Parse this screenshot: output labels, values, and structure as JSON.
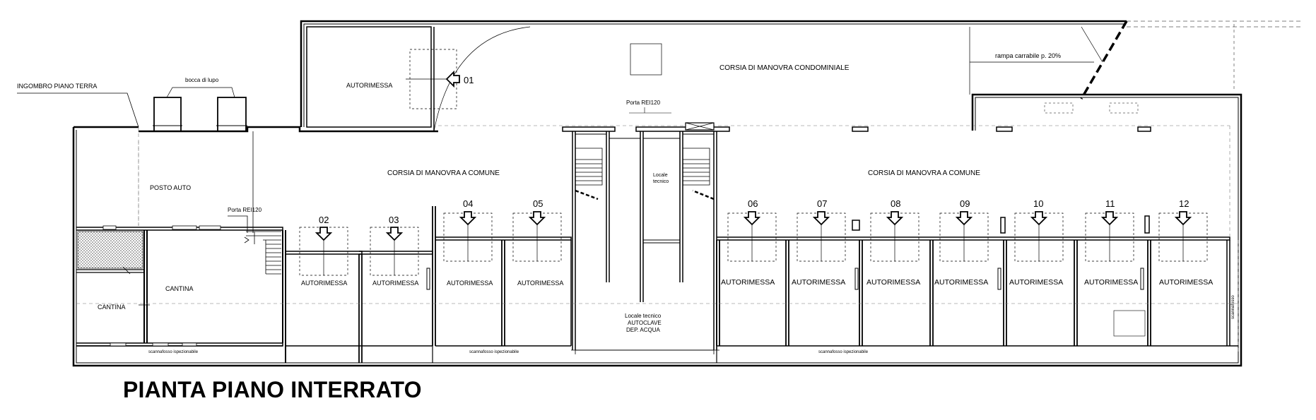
{
  "drawing": {
    "title": "PIANTA PIANO INTERRATO",
    "labels": {
      "ingombro": "INGOMBRO PIANO TERRA",
      "bocca_lupo": "bocca di lupo",
      "rampa": "rampa carrabile p. 20%",
      "corsia_condominiale": "CORSIA DI MANOVRA CONDOMINIALE",
      "corsia_comune_left": "CORSIA DI MANOVRA A COMUNE",
      "corsia_comune_right": "CORSIA DI MANOVRA A COMUNE",
      "porta_rei_top": "Porta REI120",
      "porta_rei_left": "Porta REI120",
      "locale_tecnico_1": "Locale",
      "locale_tecnico_2": "tecnico",
      "posto_auto": "POSTO AUTO",
      "cantina_a": "CANTINA",
      "cantina_b": "CANTINA",
      "autoclave_1": "Locale tecnico",
      "autoclave_2": "AUTOCLAVE",
      "autoclave_3": "DEP. ACQUA",
      "scannafosso_1": "scannafosso ispezionabile",
      "scannafosso_2": "scannafosso ispezionabile",
      "scannafosso_3": "scannafosso ispezionabile",
      "scannafosso_side": "scannafosso"
    },
    "garages": [
      {
        "num": "01",
        "label": "AUTORIMESSA"
      },
      {
        "num": "02",
        "label": "AUTORIMESSA"
      },
      {
        "num": "03",
        "label": "AUTORIMESSA"
      },
      {
        "num": "04",
        "label": "AUTORIMESSA"
      },
      {
        "num": "05",
        "label": "AUTORIMESSA"
      },
      {
        "num": "06",
        "label": "AUTORIMESSA"
      },
      {
        "num": "07",
        "label": "AUTORIMESSA"
      },
      {
        "num": "08",
        "label": "AUTORIMESSA"
      },
      {
        "num": "09",
        "label": "AUTORIMESSA"
      },
      {
        "num": "10",
        "label": "AUTORIMESSA"
      },
      {
        "num": "11",
        "label": "AUTORIMESSA"
      },
      {
        "num": "12",
        "label": "AUTORIMESSA"
      }
    ]
  }
}
